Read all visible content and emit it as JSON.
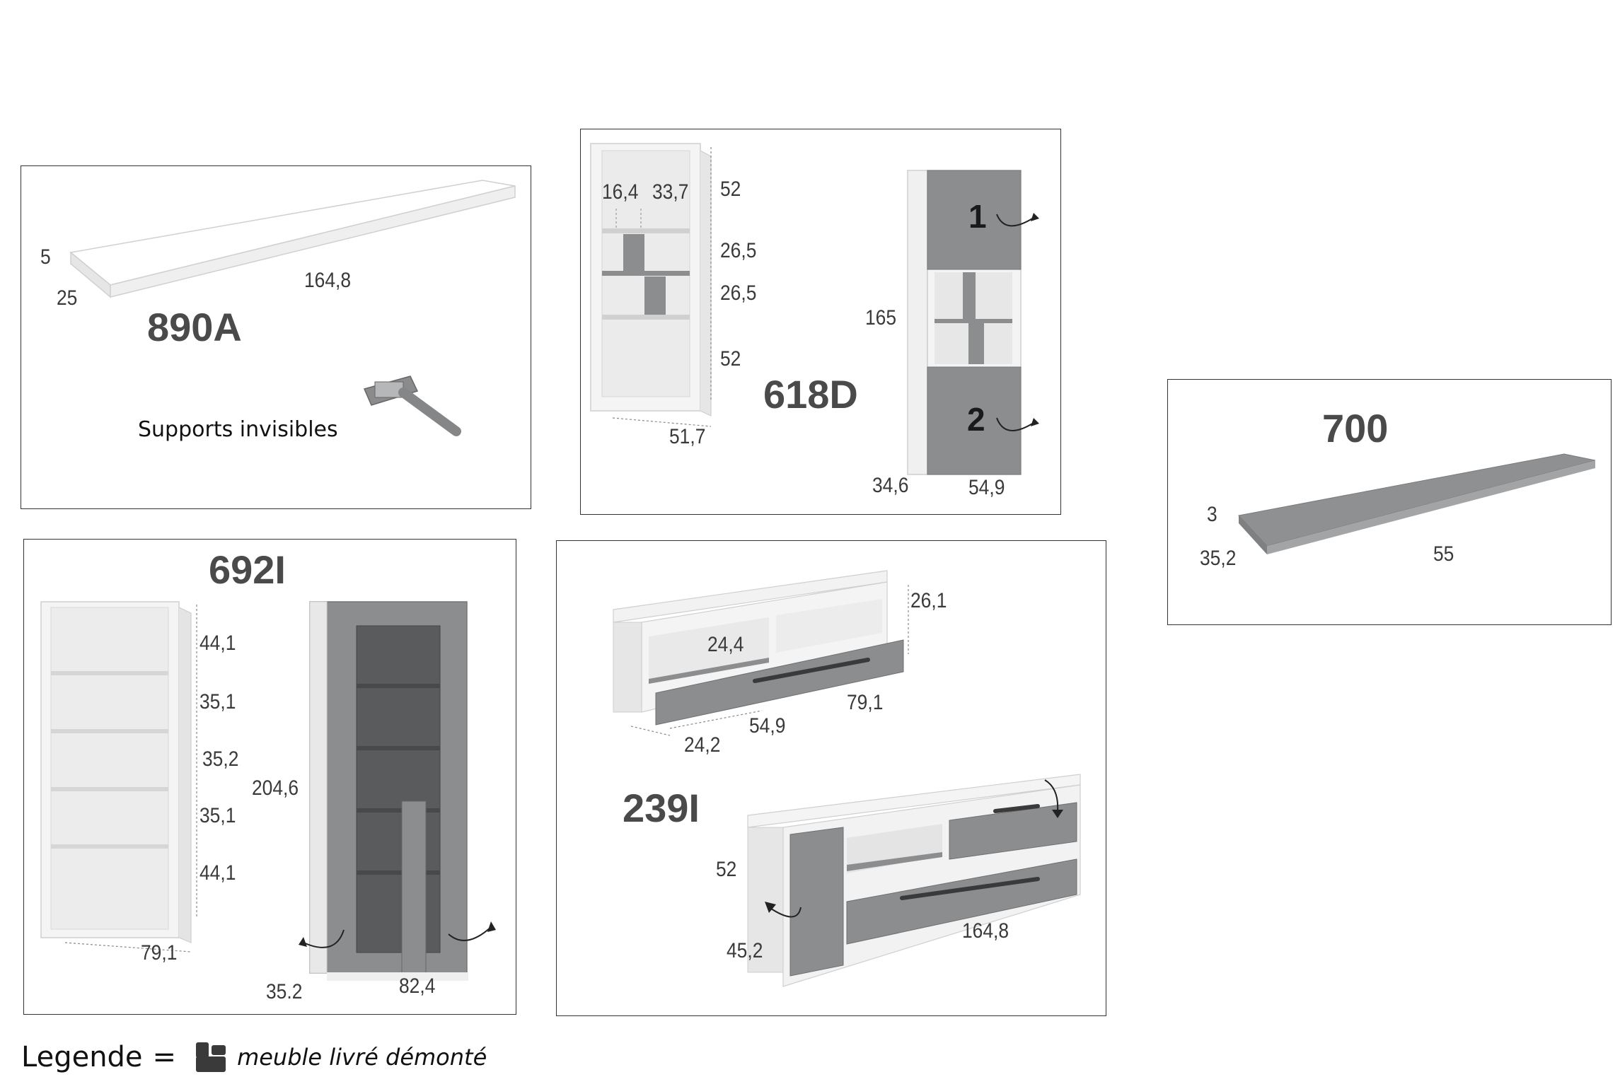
{
  "products": {
    "p890a": {
      "code": "890A",
      "dims": {
        "height": "5",
        "depth": "25",
        "length": "164,8"
      },
      "caption": "Supports invisibles"
    },
    "p618d": {
      "code": "618D",
      "dims": {
        "d1": "16,4",
        "d2": "33,7",
        "h1": "52",
        "h2": "26,5",
        "h3": "26,5",
        "h4": "52",
        "width": "51,7",
        "height_total": "165",
        "depth": "34,6",
        "width2": "54,9"
      },
      "door_labels": [
        "1",
        "2"
      ]
    },
    "p700": {
      "code": "700",
      "dims": {
        "height": "3",
        "depth": "35,2",
        "length": "55"
      }
    },
    "p692i": {
      "code": "692I",
      "dims": {
        "h1": "44,1",
        "h2": "35,1",
        "h3": "35,2",
        "h4": "35,1",
        "h5": "44,1",
        "width": "79,1",
        "height_total": "204,6",
        "depth": "35.2",
        "width2": "82,4"
      }
    },
    "p239i": {
      "code": "239I",
      "dims": {
        "top_height": "26,1",
        "inner_depth": "24,4",
        "depth": "24,2",
        "drawer_width": "54,9",
        "width": "79,1",
        "height": "52",
        "depth2": "45,2",
        "width2": "164,8"
      }
    }
  },
  "legend": {
    "label": "Legende",
    "equals": "=",
    "icon": "flatpack-box-icon",
    "text": "meuble livré démonté"
  },
  "colors": {
    "white_furniture": "#f4f4f4",
    "grey_panel": "#8c8d8f",
    "dark_interior": "#5a5b5d",
    "border": "#333333"
  }
}
